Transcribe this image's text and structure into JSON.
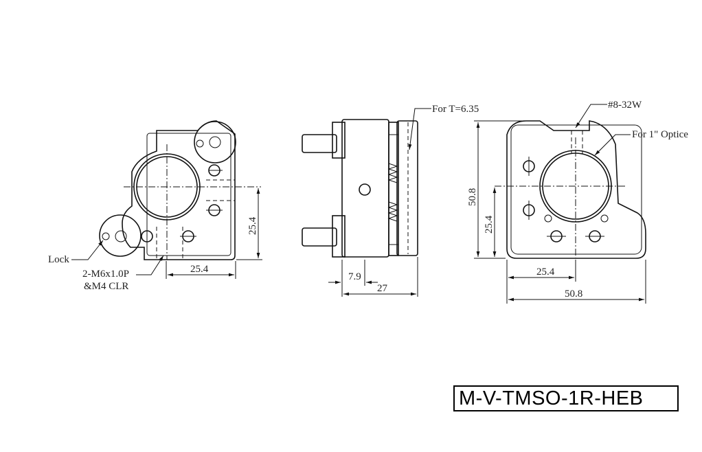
{
  "labels": {
    "lock": "Lock",
    "screw_line1": "2-M6x1.0P",
    "screw_line2": "&M4 CLR",
    "for_t": "For T=6.35",
    "tap": "#8-32W",
    "optic": "For 1\" Optice"
  },
  "dimensions": {
    "front_width": "25.4",
    "front_height": "25.4",
    "side_offset": "7.9",
    "side_depth": "27",
    "back_height_total": "50.8",
    "back_height_half": "25.4",
    "back_width_half": "25.4",
    "back_width_total": "50.8"
  },
  "model": "M-V-TMSO-1R-HEB"
}
